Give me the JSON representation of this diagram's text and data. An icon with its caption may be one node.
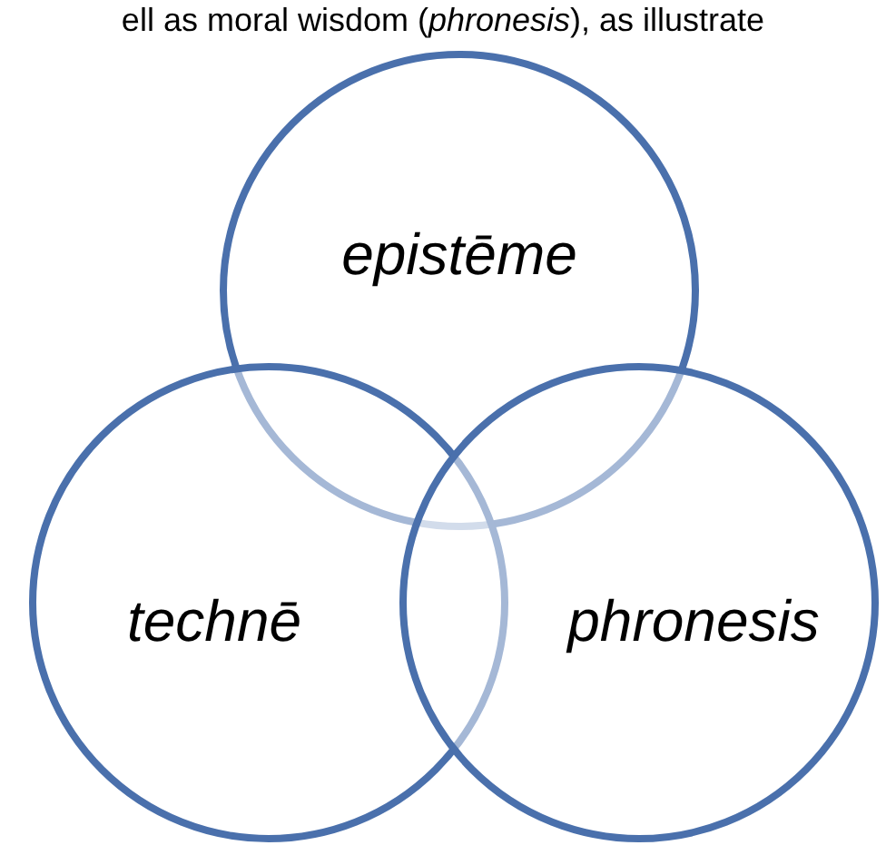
{
  "diagram": {
    "nodes": [
      {
        "text": [
          "epistēme"
        ]
      },
      {
        "text": [
          "technē"
        ]
      },
      {
        "text": [
          "phronesis"
        ]
      }
    ],
    "labels": [
      "ell as moral wisdom (*phronesis*), as illustrate"
    ]
  }
}
